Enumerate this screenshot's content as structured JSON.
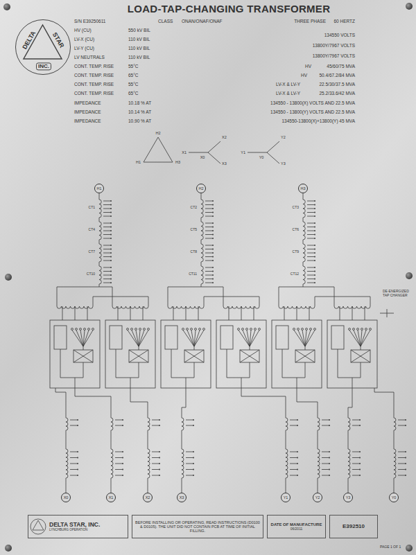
{
  "diagram": {
    "title": "LOAD-TAP-CHANGING TRANSFORMER",
    "nodes": [
      {
        "text": [
          "DELTA",
          "STAR",
          "INC."
        ]
      },
      {
        "text": [
          "H1"
        ]
      },
      {
        "text": [
          "H2"
        ]
      },
      {
        "text": [
          "H3"
        ]
      },
      {
        "text": [
          "X0"
        ]
      },
      {
        "text": [
          "X1"
        ]
      },
      {
        "text": [
          "X2"
        ]
      },
      {
        "text": [
          "X3"
        ]
      },
      {
        "text": [
          "Y1"
        ]
      },
      {
        "text": [
          "Y2"
        ]
      },
      {
        "text": [
          "Y3"
        ]
      },
      {
        "text": [
          "Y0"
        ]
      },
      {
        "text": [
          "DELTA STAR, INC.",
          "LYNCHBURG OPERATION"
        ]
      },
      {
        "text": [
          "BEFORE INSTALLING OR OPERATING, READ INSTRUCTIONS (D0100 & D0105). THE UNIT DID NOT CONTAIN PCB AT TIME OF INITIAL FILLING."
        ]
      },
      {
        "text": [
          "DATE OF MANUFACTURE",
          "06/2011"
        ]
      },
      {
        "text": [
          "E392510"
        ]
      }
    ],
    "labels": [
      "S/N E39250611",
      "CLASS",
      "ONAN/ONAF/ONAF",
      "THREE PHASE",
      "60 HERTZ",
      "HV (CU)",
      "550 kV BIL",
      "134550 VOLTS",
      "LV-X (CU)",
      "110 kV BIL",
      "13800Y/7967 VOLTS",
      "LV-Y (CU)",
      "110 kV BIL",
      "13800Y/7967 VOLTS",
      "LV NEUTRALS",
      "110 kV BIL",
      "CONT. TEMP. RISE",
      "55°C",
      "HV",
      "45/60/75 MVA",
      "CONT. TEMP. RISE",
      "65°C",
      "HV",
      "50.4/67.2/84 MVA",
      "CONT. TEMP. RISE",
      "55°C",
      "LV-X & LV-Y",
      "22.5/30/37.5 MVA",
      "CONT. TEMP. RISE",
      "65°C",
      "LV-X & LV-Y",
      "25.2/33.6/42 MVA",
      "IMPEDANCE",
      "10.18 % AT",
      "134550 - 13800(X) VOLTS AND 22.5 MVA",
      "IMPEDANCE",
      "10.14 % AT",
      "134550 - 13800(Y) VOLTS AND 22.5 MVA",
      "IMPEDANCE",
      "10.90 % AT",
      "134550-13800(X)+13800(Y) 45 MVA",
      "H2",
      "H1",
      "H3",
      "X1",
      "X2",
      "X3",
      "X0",
      "Y1",
      "Y2",
      "Y3",
      "Y0",
      "CT1",
      "CT4",
      "CT7",
      "CT10",
      "CT2",
      "CT5",
      "CT8",
      "CT11",
      "CT3",
      "CT6",
      "CT9",
      "CT12",
      "DE-ENERGIZED TAP CHANGER",
      "PAGE 1 OF 1"
    ]
  }
}
